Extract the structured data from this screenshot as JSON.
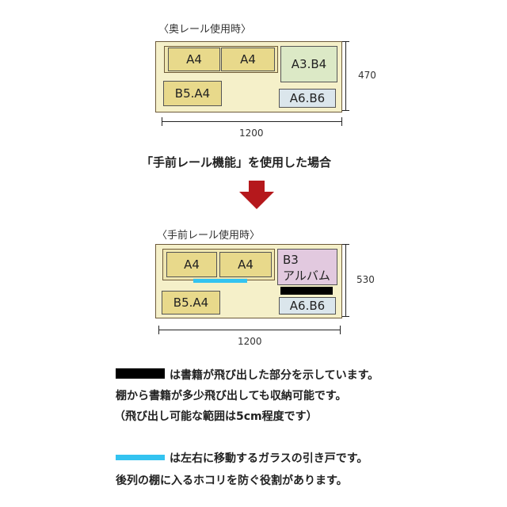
{
  "top": {
    "caption": "〈奥レール使用時〉",
    "boxes": {
      "a4_left": "A4",
      "a4_right": "A4",
      "a3b4": "A3.B4",
      "b5a4": "B5.A4",
      "a6b6": "A6.B6"
    },
    "depth": "470",
    "width": "1200"
  },
  "heading": "「手前レール機能」を使用した場合",
  "bottom": {
    "caption": "〈手前レール使用時〉",
    "boxes": {
      "a4_left": "A4",
      "a4_right": "A4",
      "b3_line1": "B3",
      "b3_line2": "アルバム",
      "b5a4": "B5.A4",
      "a6b6": "A6.B6"
    },
    "depth": "530",
    "width": "1200"
  },
  "legend": {
    "black_line1": "は書籍が飛び出した部分を示しています。",
    "black_line2": "棚から書籍が多少飛び出しても収納可能です。",
    "black_line3": "（飛び出し可能な範囲は5cm程度です）",
    "blue_line1": "は左右に移動するガラスの引き戸です。",
    "blue_line2": "後列の棚に入るホコリを防ぐ役割があります。"
  },
  "colors": {
    "arrow": "#b5181c",
    "black_bar": "#000000",
    "blue_bar": "#33c3f0"
  }
}
